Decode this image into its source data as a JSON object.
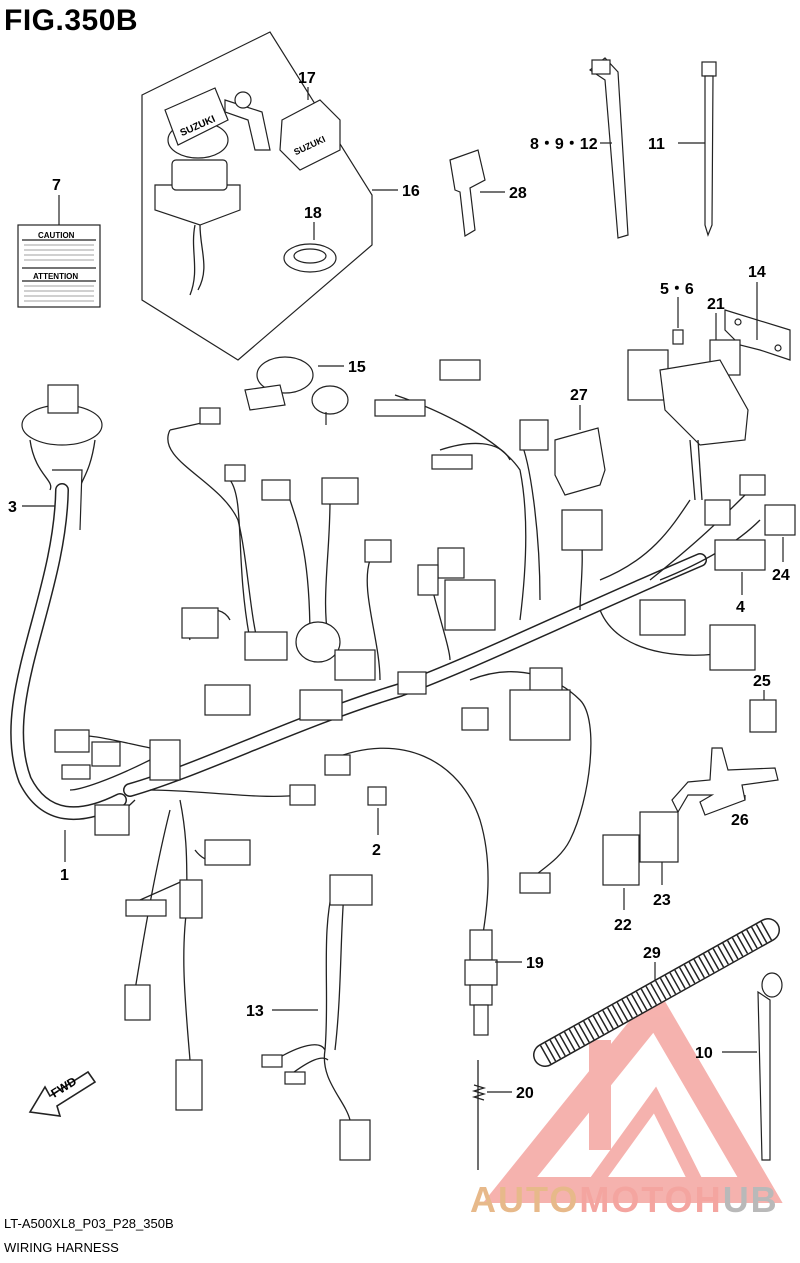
{
  "figure": {
    "title": "FIG.350B",
    "code": "LT-A500XL8_P03_P28_350B",
    "name": "WIRING HARNESS",
    "direction_label": "FWD"
  },
  "label_plate": {
    "caution": "CAUTION",
    "attention": "ATTENTION"
  },
  "key": {
    "brand": "SUZUKI"
  },
  "watermark": {
    "text": "AUTOMOTOHUB",
    "colors": {
      "primary": "#f4a5a0",
      "secondary": "#e7b98a",
      "tertiary": "#b9b9b9"
    }
  },
  "callouts": [
    {
      "id": "c7",
      "text": "7"
    },
    {
      "id": "c17",
      "text": "17"
    },
    {
      "id": "c18",
      "text": "18"
    },
    {
      "id": "c16",
      "text": "16"
    },
    {
      "id": "c28",
      "text": "28"
    },
    {
      "id": "c8912",
      "text": "8・9・12"
    },
    {
      "id": "c11",
      "text": "11"
    },
    {
      "id": "c14",
      "text": "14"
    },
    {
      "id": "c56",
      "text": "5・6"
    },
    {
      "id": "c21",
      "text": "21"
    },
    {
      "id": "c15",
      "text": "15"
    },
    {
      "id": "c27",
      "text": "27"
    },
    {
      "id": "c3",
      "text": "3"
    },
    {
      "id": "c24",
      "text": "24"
    },
    {
      "id": "c4",
      "text": "4"
    },
    {
      "id": "c25",
      "text": "25"
    },
    {
      "id": "c26",
      "text": "26"
    },
    {
      "id": "c2",
      "text": "2"
    },
    {
      "id": "c1",
      "text": "1"
    },
    {
      "id": "c23",
      "text": "23"
    },
    {
      "id": "c22",
      "text": "22"
    },
    {
      "id": "c19",
      "text": "19"
    },
    {
      "id": "c29",
      "text": "29"
    },
    {
      "id": "c13",
      "text": "13"
    },
    {
      "id": "c10",
      "text": "10"
    },
    {
      "id": "c20",
      "text": "20"
    }
  ]
}
